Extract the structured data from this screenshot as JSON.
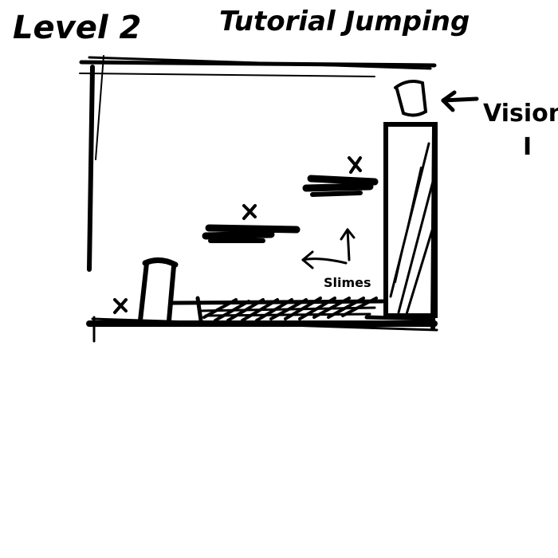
{
  "header": {
    "level_title": "Level 2",
    "tutorial_title": "Tutorial Jumping"
  },
  "annotations": {
    "vision_label": "Vision",
    "vision_sub": "I",
    "slimes_label": "Slimes"
  },
  "markers": {
    "start": "x",
    "platform_left": "x",
    "platform_right": "x"
  },
  "colors": {
    "ink": "#000000",
    "paper": "#ffffff"
  }
}
